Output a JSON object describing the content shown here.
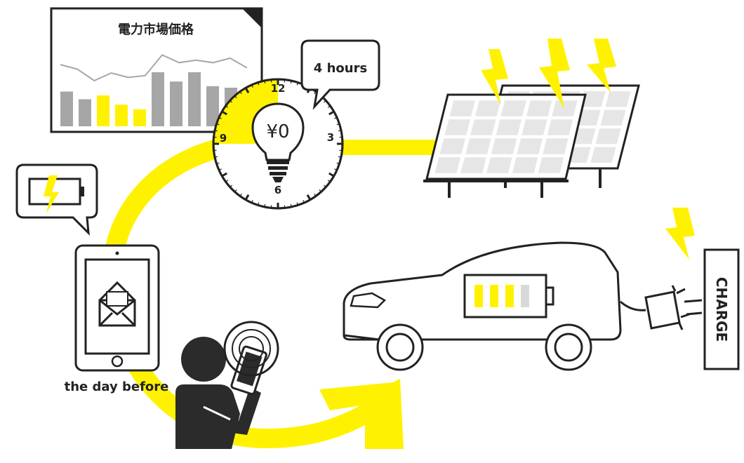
{
  "market_chart": {
    "title": "電力市場価格",
    "bars": [
      {
        "value": 45,
        "highlight": false
      },
      {
        "value": 35,
        "highlight": false
      },
      {
        "value": 40,
        "highlight": true
      },
      {
        "value": 28,
        "highlight": true
      },
      {
        "value": 22,
        "highlight": true
      },
      {
        "value": 70,
        "highlight": false
      },
      {
        "value": 58,
        "highlight": false
      },
      {
        "value": 70,
        "highlight": false
      },
      {
        "value": 52,
        "highlight": false
      },
      {
        "value": 50,
        "highlight": false
      }
    ],
    "line_values": [
      85,
      78,
      60,
      72,
      65,
      68,
      100,
      88,
      92,
      88,
      95,
      80
    ]
  },
  "clock": {
    "price": "¥0",
    "labels": {
      "top": "12",
      "right": "3",
      "bottom": "6",
      "left": "9"
    }
  },
  "bubble": {
    "text": "4 hours"
  },
  "tablet": {
    "caption": "the day before"
  },
  "charge_sign": {
    "text": "CHARGE"
  },
  "car_battery": {
    "filled_segments": 3,
    "total_segments": 4
  },
  "colors": {
    "accent": "#fff200",
    "stroke": "#222222",
    "gray": "#a6a6a6",
    "panel_cell": "#e6e6e6",
    "person": "#2b2b2b"
  },
  "icons": [
    "bolt-icon",
    "envelope-icon",
    "battery-icon",
    "plug-icon",
    "solar-panel-icon",
    "light-bulb-icon",
    "smartphone-icon",
    "tablet-icon",
    "car-icon"
  ]
}
